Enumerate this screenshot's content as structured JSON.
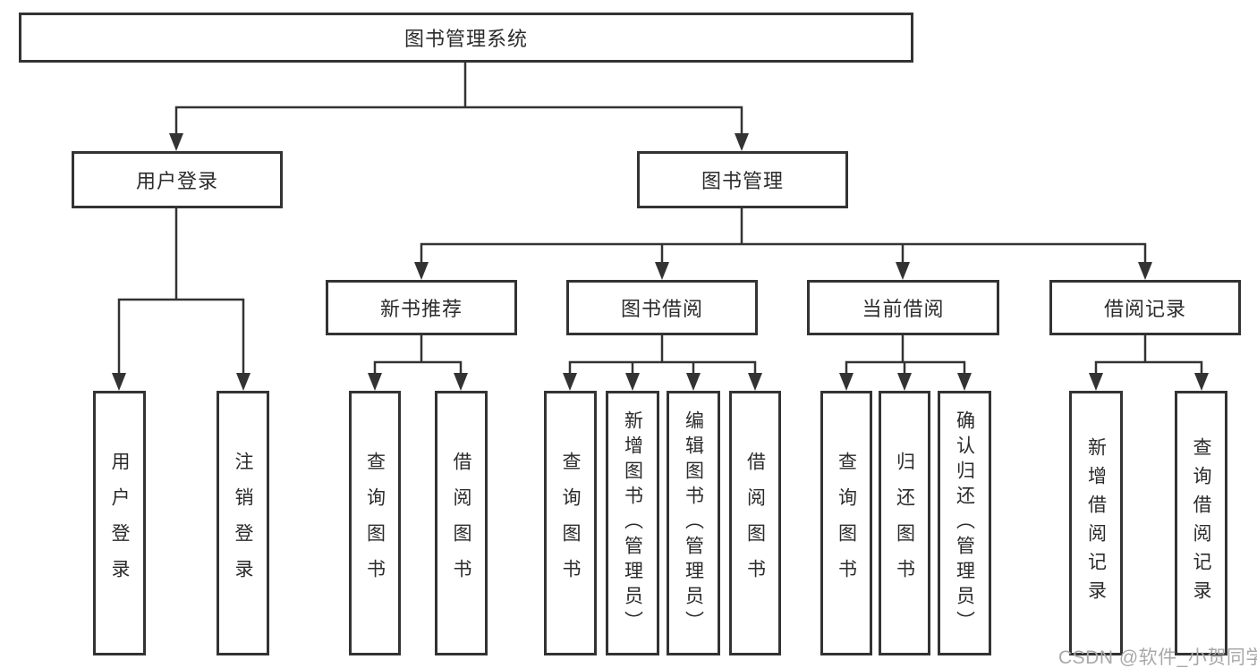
{
  "diagram": {
    "root": {
      "label": "图书管理系统"
    },
    "branches": [
      {
        "label": "用户登录",
        "children": [
          {
            "label": "用户登录"
          },
          {
            "label": "注销登录"
          }
        ]
      },
      {
        "label": "图书管理",
        "children": [
          {
            "label": "新书推荐",
            "children": [
              {
                "label": "查询图书"
              },
              {
                "label": "借阅图书"
              }
            ]
          },
          {
            "label": "图书借阅",
            "children": [
              {
                "label": "查询图书"
              },
              {
                "label": "新增图书（管理员）"
              },
              {
                "label": "编辑图书（管理员）"
              },
              {
                "label": "借阅图书"
              }
            ]
          },
          {
            "label": "当前借阅",
            "children": [
              {
                "label": "查询图书"
              },
              {
                "label": "归还图书"
              },
              {
                "label": "确认归还（管理员）"
              }
            ]
          },
          {
            "label": "借阅记录",
            "children": [
              {
                "label": "新增借阅记录"
              },
              {
                "label": "查询借阅记录"
              }
            ]
          }
        ]
      }
    ]
  },
  "watermark": {
    "text": "CSDN @软件_小贺同学"
  },
  "colors": {
    "line": "#333333",
    "background": "#ffffff",
    "watermark": "#a8a8a8"
  }
}
